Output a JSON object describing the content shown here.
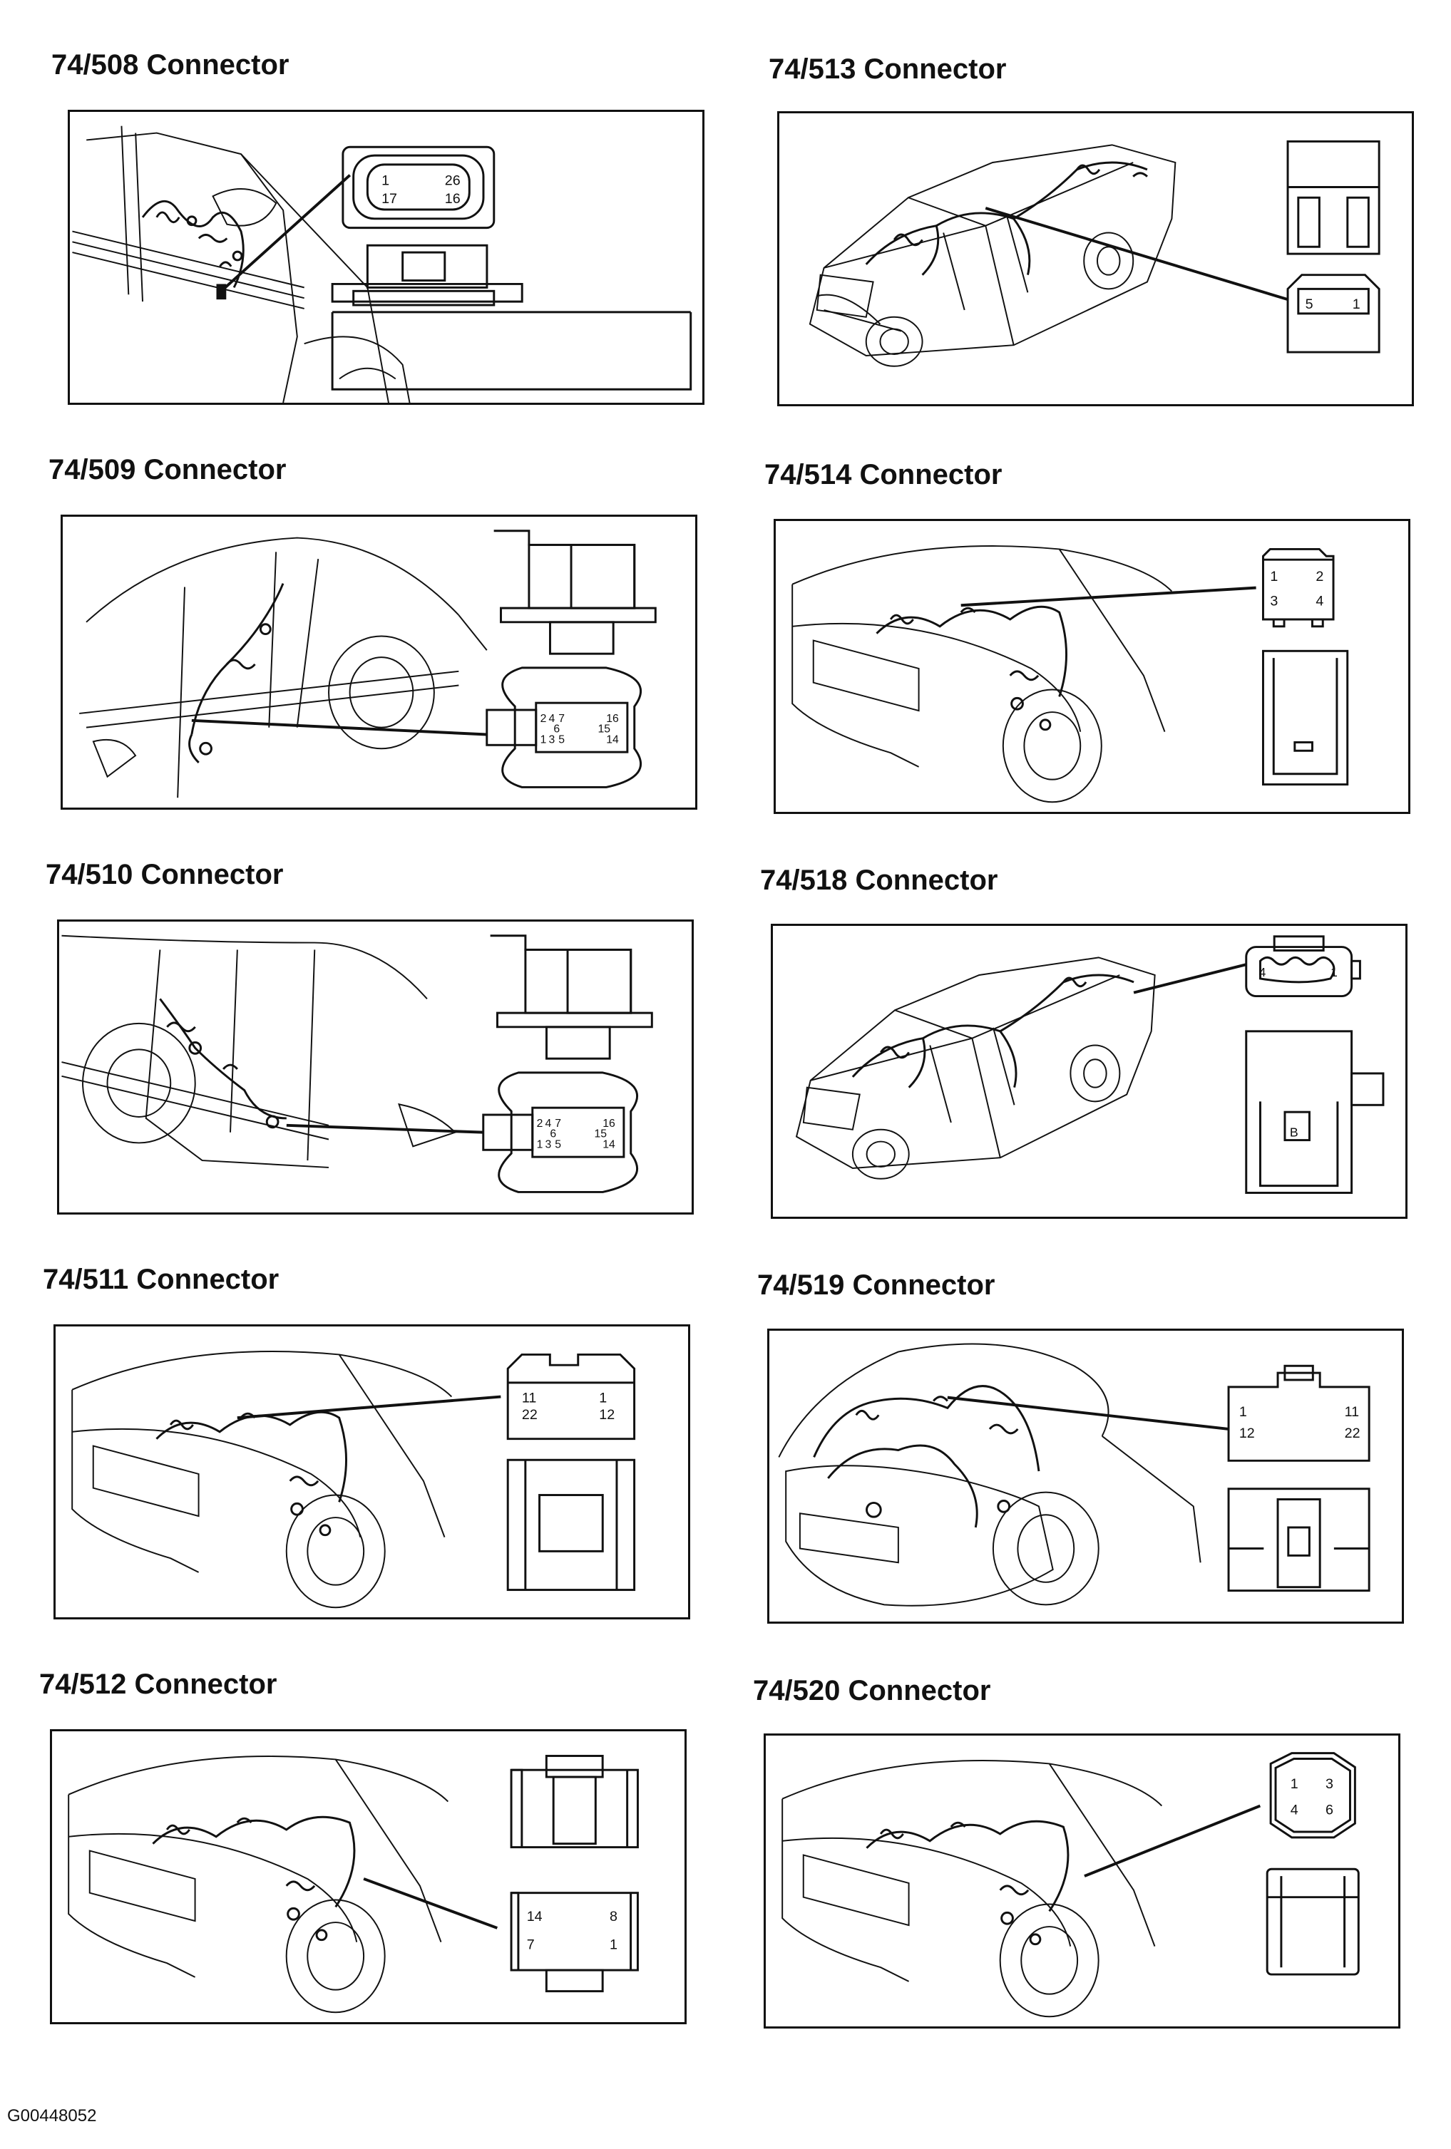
{
  "connectors": [
    {
      "id": "c508",
      "title": "74/508 Connector",
      "pins": [
        "1",
        "26",
        "17",
        "16"
      ]
    },
    {
      "id": "c513",
      "title": "74/513 Connector",
      "pins": [
        "5",
        "1"
      ]
    },
    {
      "id": "c509",
      "title": "74/509 Connector",
      "pins": [
        "2",
        "4",
        "7",
        "6",
        "1",
        "3",
        "5",
        "16",
        "15",
        "14"
      ]
    },
    {
      "id": "c514",
      "title": "74/514 Connector",
      "pins": [
        "1",
        "2",
        "3",
        "4"
      ]
    },
    {
      "id": "c510",
      "title": "74/510 Connector",
      "pins": [
        "2",
        "4",
        "7",
        "6",
        "1",
        "3",
        "5",
        "16",
        "15",
        "14"
      ]
    },
    {
      "id": "c518",
      "title": "74/518 Connector",
      "pins": [
        "4",
        "1",
        "B"
      ]
    },
    {
      "id": "c511",
      "title": "74/511 Connector",
      "pins": [
        "11",
        "1",
        "22",
        "12"
      ]
    },
    {
      "id": "c519",
      "title": "74/519 Connector",
      "pins": [
        "1",
        "11",
        "12",
        "22"
      ]
    },
    {
      "id": "c512",
      "title": "74/512 Connector",
      "pins": [
        "14",
        "8",
        "7",
        "1"
      ]
    },
    {
      "id": "c520",
      "title": "74/520 Connector",
      "pins": [
        "1",
        "3",
        "4",
        "6"
      ]
    }
  ],
  "figure_code": "G00448052"
}
